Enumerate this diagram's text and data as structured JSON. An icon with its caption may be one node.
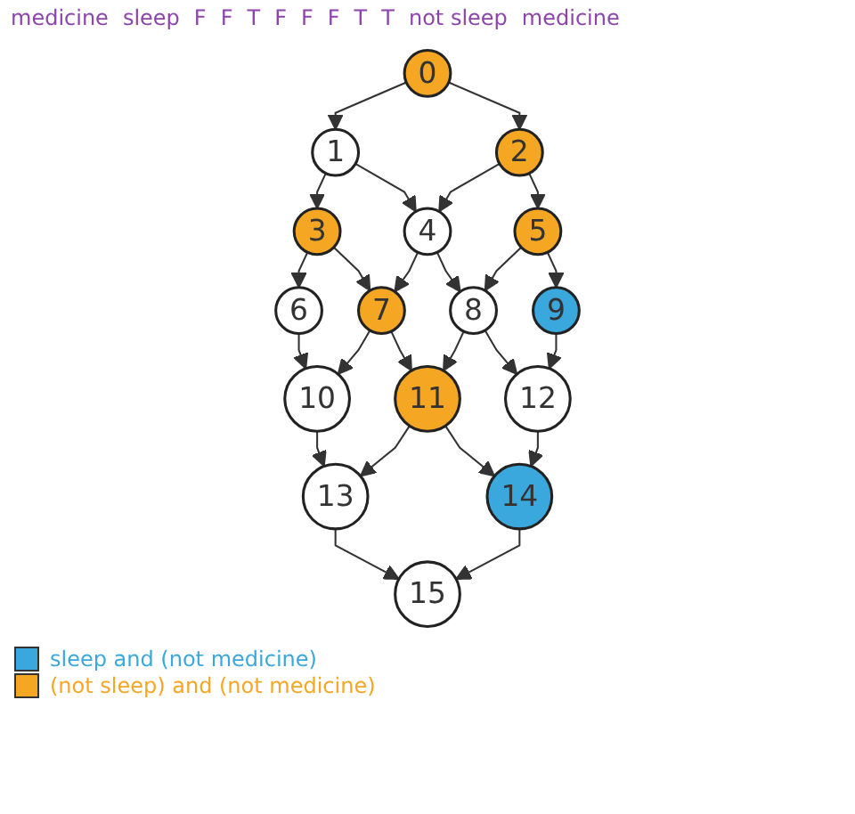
{
  "diagram": {
    "nodes": [
      {
        "text": [
          "0"
        ]
      },
      {
        "text": [
          "1"
        ]
      },
      {
        "text": [
          "2"
        ]
      },
      {
        "text": [
          "3"
        ]
      },
      {
        "text": [
          "4"
        ]
      },
      {
        "text": [
          "5"
        ]
      },
      {
        "text": [
          "6"
        ]
      },
      {
        "text": [
          "7"
        ]
      },
      {
        "text": [
          "8"
        ]
      },
      {
        "text": [
          "9"
        ]
      },
      {
        "text": [
          "10"
        ]
      },
      {
        "text": [
          "11"
        ]
      },
      {
        "text": [
          "12"
        ]
      },
      {
        "text": [
          "13"
        ]
      },
      {
        "text": [
          "14"
        ]
      },
      {
        "text": [
          "15"
        ]
      }
    ],
    "edges": [
      {
        "from": 0,
        "to": 1,
        "arrow": "to"
      },
      {
        "from": 0,
        "to": 2,
        "arrow": "to"
      },
      {
        "from": 1,
        "to": 3,
        "arrow": "to"
      },
      {
        "from": 1,
        "to": 4,
        "arrow": "to"
      },
      {
        "from": 2,
        "to": 4,
        "arrow": "to"
      },
      {
        "from": 2,
        "to": 5,
        "arrow": "to"
      },
      {
        "from": 3,
        "to": 6,
        "arrow": "to"
      },
      {
        "from": 3,
        "to": 7,
        "arrow": "to"
      },
      {
        "from": 4,
        "to": 7,
        "arrow": "to"
      },
      {
        "from": 4,
        "to": 8,
        "arrow": "to"
      },
      {
        "from": 5,
        "to": 8,
        "arrow": "to"
      },
      {
        "from": 5,
        "to": 9,
        "arrow": "to"
      },
      {
        "from": 6,
        "to": 10,
        "arrow": "to"
      },
      {
        "from": 7,
        "to": 10,
        "arrow": "to"
      },
      {
        "from": 7,
        "to": 11,
        "arrow": "to"
      },
      {
        "from": 8,
        "to": 11,
        "arrow": "to"
      },
      {
        "from": 8,
        "to": 12,
        "arrow": "to"
      },
      {
        "from": 9,
        "to": 12,
        "arrow": "to"
      },
      {
        "from": 10,
        "to": 13,
        "arrow": "to"
      },
      {
        "from": 11,
        "to": 13,
        "arrow": "to"
      },
      {
        "from": 11,
        "to": 14,
        "arrow": "to"
      },
      {
        "from": 12,
        "to": 14,
        "arrow": "to"
      },
      {
        "from": 13,
        "to": 15,
        "arrow": "to"
      },
      {
        "from": 14,
        "to": 15,
        "arrow": "to"
      }
    ],
    "labels": [
      "medicine",
      "sleep",
      "F",
      "F",
      "T",
      "F",
      "F",
      "F",
      "T",
      "T",
      "not sleep",
      "medicine"
    ],
    "legend": [
      {
        "text": "sleep and (not medicine)",
        "color": "#3aa8dc"
      },
      {
        "text": "(not sleep) and (not medicine)",
        "color": "#f5a623"
      }
    ]
  }
}
